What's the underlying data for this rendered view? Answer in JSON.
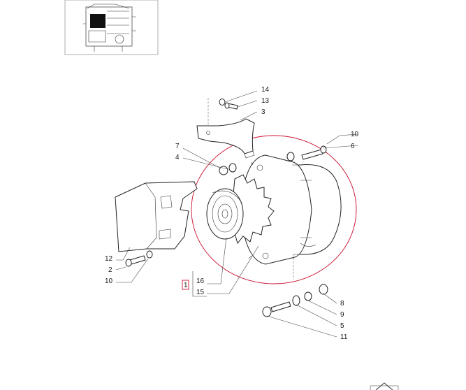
{
  "labels": {
    "p14": "14",
    "p13": "13",
    "p3": "3",
    "p10_top": "10",
    "p6": "6",
    "p7": "7",
    "p4": "4",
    "p12": "12",
    "p2": "2",
    "p10_left": "10",
    "p1": "1",
    "p16": "16",
    "p15": "15",
    "p8": "8",
    "p9": "9",
    "p5": "5",
    "p11": "11"
  },
  "colors": {
    "highlight": "#c8102e",
    "line": "#222222"
  },
  "icons": {
    "thumbnail": "engine-thumbnail-icon",
    "nav": "home-arrow-icon"
  }
}
